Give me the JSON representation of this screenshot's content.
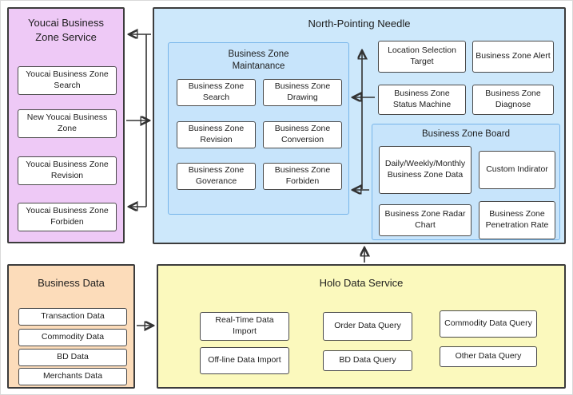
{
  "youcai": {
    "title": "Youcai Business Zone Service",
    "items": [
      "Youcai Business Zone Search",
      "New Youcai Business Zone",
      "Youcai Business Zone Revision",
      "Youcai Business Zone Forbiden"
    ]
  },
  "needle": {
    "title": "North-Pointing Needle",
    "maintenance": {
      "title": "Business Zone Maintanance",
      "items": [
        "Business Zone Search",
        "Business Zone Drawing",
        "Business Zone Revision",
        "Business Zone Conversion",
        "Business Zone Goverance",
        "Business Zone Forbiden"
      ]
    },
    "modules": [
      "Location Selection Target",
      "Business Zone Alert",
      "Business Zone Status Machine",
      "Business Zone Diagnose"
    ],
    "board": {
      "title": "Business Zone Board",
      "items": [
        "Daily/Weekly/Monthly Business Zone Data",
        "Custom Indirator",
        "Business Zone Radar Chart",
        "Business Zone Penetration Rate"
      ]
    }
  },
  "business_data": {
    "title": "Business Data",
    "items": [
      "Transaction Data",
      "Commodity Data",
      "BD Data",
      "Merchants Data"
    ]
  },
  "holo": {
    "title": "Holo Data Service",
    "items": [
      "Real-Time Data Import",
      "Order Data Query",
      "Commodity Data Query",
      "Off-line Data Import",
      "BD Data Query",
      "Other Data Query"
    ]
  },
  "colors": {
    "youcai_bg": "#eec9f6",
    "needle_bg": "#cde8fb",
    "sub_panel_bg": "#c7e4fb",
    "sub_panel_border": "#76b5ea",
    "business_data_bg": "#fcdcba",
    "holo_bg": "#fbf9bd",
    "node_bg": "#ffffff",
    "box_border": "#3c3c3c",
    "arrow": "#333333"
  }
}
